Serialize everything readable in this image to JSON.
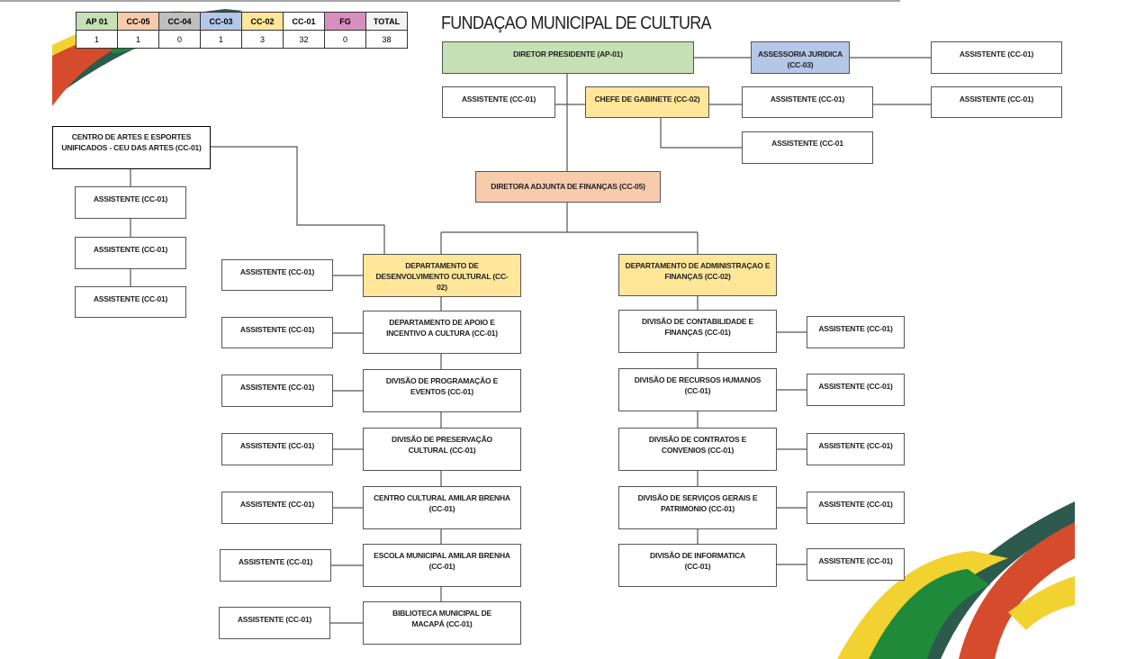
{
  "title": "FUNDAÇAO MUNICIPAL DE CULTURA",
  "legend": {
    "headers": [
      "AP 01",
      "CC-05",
      "CC-04",
      "CC-03",
      "CC-02",
      "CC-01",
      "FG",
      "TOTAL"
    ],
    "values": [
      "1",
      "1",
      "0",
      "1",
      "3",
      "32",
      "0",
      "38"
    ],
    "colors": [
      "#c5e0b4",
      "#f8cbad",
      "#bfbfbf",
      "#b4c7e7",
      "#ffe699",
      "#ffffff",
      "#d68fbf",
      "#f2f2f2"
    ]
  },
  "boxes": {
    "director": "DIRETOR PRESIDENTE (AP-01)",
    "assessoria": "ASSESSORIA JURIDICA (CC-03)",
    "chefe": "CHEFE DE GABINETE (CC-02)",
    "adjunta": "DIRETORA ADJUNTA DE FINANÇAS (CC-05)",
    "ceu": "CENTRO DE ARTES E ESPORTES UNIFICADOS - CEU DAS ARTES (CC-01)",
    "dept_cultural": "DEPARTAMENTO DE DESENVOLVIMENTO CULTURAL (CC-02)",
    "dept_admin": "DEPARTAMENTO DE ADMINISTRAÇAO E FINANÇAS (CC-02)",
    "left": [
      "DEPARTAMENTO DE APOIO E INCENTIVO A CULTURA (CC-01)",
      "DIVISÃO DE PROGRAMAÇÃO E EVENTOS (CC-01)",
      "DIVISÃO DE PRESERVAÇÃO CULTURAL (CC-01)",
      "CENTRO CULTURAL AMILAR BRENHA (CC-01)",
      "ESCOLA MUNICIPAL AMILAR BRENHA (CC-01)",
      "BIBLIOTECA MUNICIPAL DE MACAPÁ (CC-01)"
    ],
    "right": [
      "DIVISÃO DE CONTABILIDADE E FINANÇAS (CC-01)",
      "DIVISÃO DE RECURSOS HUMANOS (CC-01)",
      "DIVISÃO DE CONTRATOS E CONVENIOS (CC-01)",
      "DIVISÃO DE SERVIÇOS GERAIS E PATRIMONIO (CC-01)",
      "DIVISÃO DE INFORMATICA (CC-01)"
    ],
    "assistente": "ASSISTENTE (CC-01)",
    "assistente_spaced": "ASSISTENTE  (CC-01)",
    "assistente_typo": "ASSISTENTE  (CC-01"
  }
}
